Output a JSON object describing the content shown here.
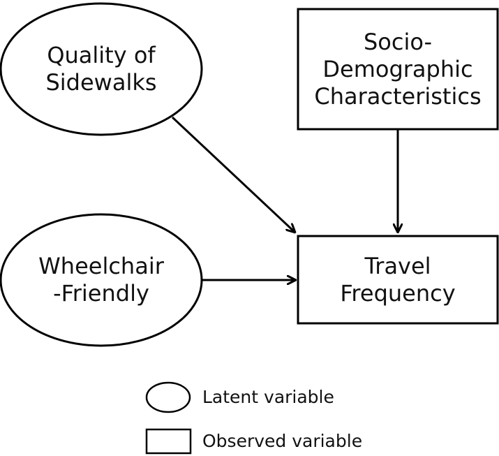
{
  "nodes": {
    "quality_of_sidewalks": {
      "shape": "ellipse",
      "kind": "latent",
      "lines": [
        "Quality of",
        "Sidewalks"
      ]
    },
    "wheelchair_friendly": {
      "shape": "ellipse",
      "kind": "latent",
      "lines": [
        "Wheelchair",
        "-Friendly"
      ]
    },
    "socio_demographic_characteristics": {
      "shape": "rectangle",
      "kind": "observed",
      "lines": [
        "Socio-",
        "Demographic",
        "Characteristics"
      ]
    },
    "travel_frequency": {
      "shape": "rectangle",
      "kind": "observed",
      "lines": [
        "Travel",
        "Frequency"
      ]
    }
  },
  "edges": [
    {
      "from": "quality_of_sidewalks",
      "to": "travel_frequency"
    },
    {
      "from": "wheelchair_friendly",
      "to": "travel_frequency"
    },
    {
      "from": "socio_demographic_characteristics",
      "to": "travel_frequency"
    }
  ],
  "legend": {
    "latent": {
      "shape": "ellipse",
      "label": "Latent variable"
    },
    "observed": {
      "shape": "rectangle",
      "label": "Observed variable"
    }
  },
  "colors": {
    "stroke": "#000000",
    "fill": "#ffffff",
    "text": "#111111"
  }
}
